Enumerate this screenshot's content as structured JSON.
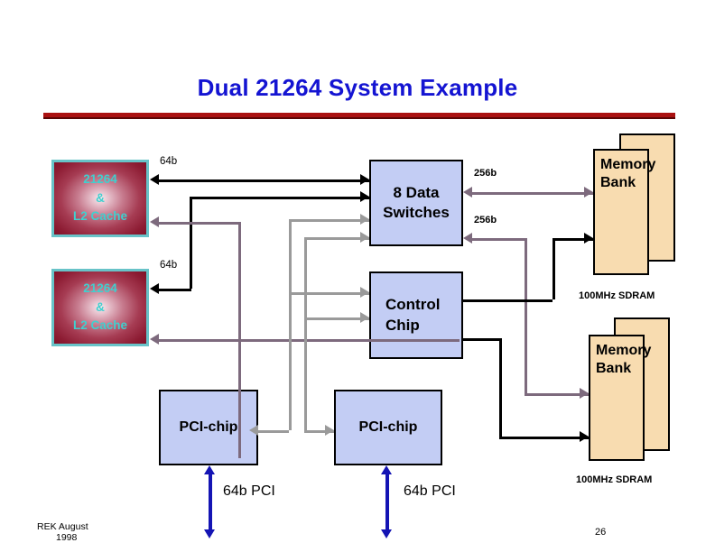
{
  "slide": {
    "title": "Dual 21264 System Example",
    "page_number": "26",
    "footer_line1": "REK August",
    "footer_line2": "1998",
    "accent_rule_color": "#aa1111",
    "title_color": "#1414d2"
  },
  "blocks": {
    "cpu1": {
      "line1": "21264",
      "line2": "&",
      "line3": "L2 Cache",
      "border_color": "#68c3c8",
      "text_color": "#3fd0cf"
    },
    "cpu2": {
      "line1": "21264",
      "line2": "&",
      "line3": "L2 Cache",
      "border_color": "#68c3c8",
      "text_color": "#3fd0cf"
    },
    "data_switches": {
      "line1": "8 Data",
      "line2": "Switches",
      "fill": "#c3cdf4"
    },
    "control_chip": {
      "line1": "Control",
      "line2": "Chip",
      "fill": "#c3cdf4"
    },
    "pci_chip_left": {
      "label": "PCI-chip",
      "fill": "#c3cdf4"
    },
    "pci_chip_right": {
      "label": "PCI-chip",
      "fill": "#c3cdf4"
    },
    "memory_bank_top": {
      "line1": "Memory",
      "line2": "Bank",
      "fill": "#f8dcb0"
    },
    "memory_bank_bottom": {
      "line1": "Memory",
      "line2": "Bank",
      "fill": "#f8dcb0"
    }
  },
  "labels": {
    "bus_64b_top": "64b",
    "bus_64b_bottom": "64b",
    "bus_256b_top": "256b",
    "bus_256b_bottom": "256b",
    "sdram_top": "100MHz SDRAM",
    "sdram_bottom": "100MHz SDRAM",
    "pci_left": "64b PCI",
    "pci_right": "64b PCI"
  }
}
